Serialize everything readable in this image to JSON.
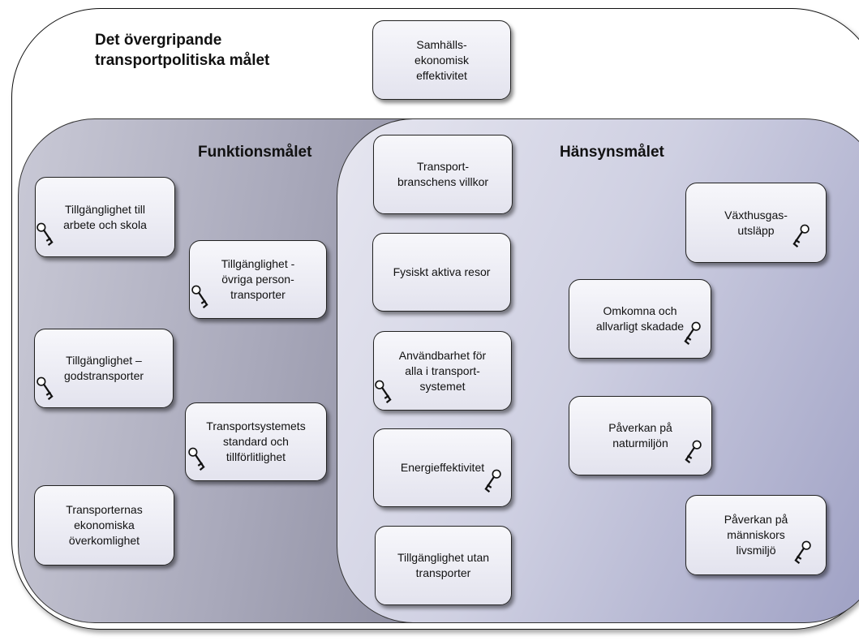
{
  "overall": {
    "title": "Det övergripande\ntransportpolitiska målet",
    "goal": "Samhälls-\nekonomisk\neffektivitet"
  },
  "funktion": {
    "title": "Funktionsmålet",
    "boxes": {
      "b1": "Tillgänglighet till\narbete och skola",
      "b2": "Tillgänglighet -\növriga person-\ntransporter",
      "b3": "Tillgänglighet –\ngodstransporter",
      "b4": "Transportsystemets\nstandard och\ntillförlitlighet",
      "b5": "Transporternas\nekonomiska\növerkomlighet"
    }
  },
  "shared": {
    "boxes": {
      "s1": "Transport-\nbranschens villkor",
      "s2": "Fysiskt aktiva resor",
      "s3": "Användbarhet för\nalla i transport-\nsystemet",
      "s4": "Energieffektivitet",
      "s5": "Tillgänglighet utan\ntransporter"
    }
  },
  "hansyn": {
    "title": "Hänsynsmålet",
    "boxes": {
      "h1": "Växthusgas-\nutsläpp",
      "h2": "Omkomna och\nallvarligt skadade",
      "h3": "Påverkan på\nnaturmiljön",
      "h4": "Påverkan på\nmänniskors\nlivsmiljö"
    }
  },
  "icons": {
    "key": "key-icon"
  },
  "colors": {
    "box_border": "#222222",
    "func_fill": "#9a9aae",
    "hansyn_fill": "#c4c6de"
  }
}
